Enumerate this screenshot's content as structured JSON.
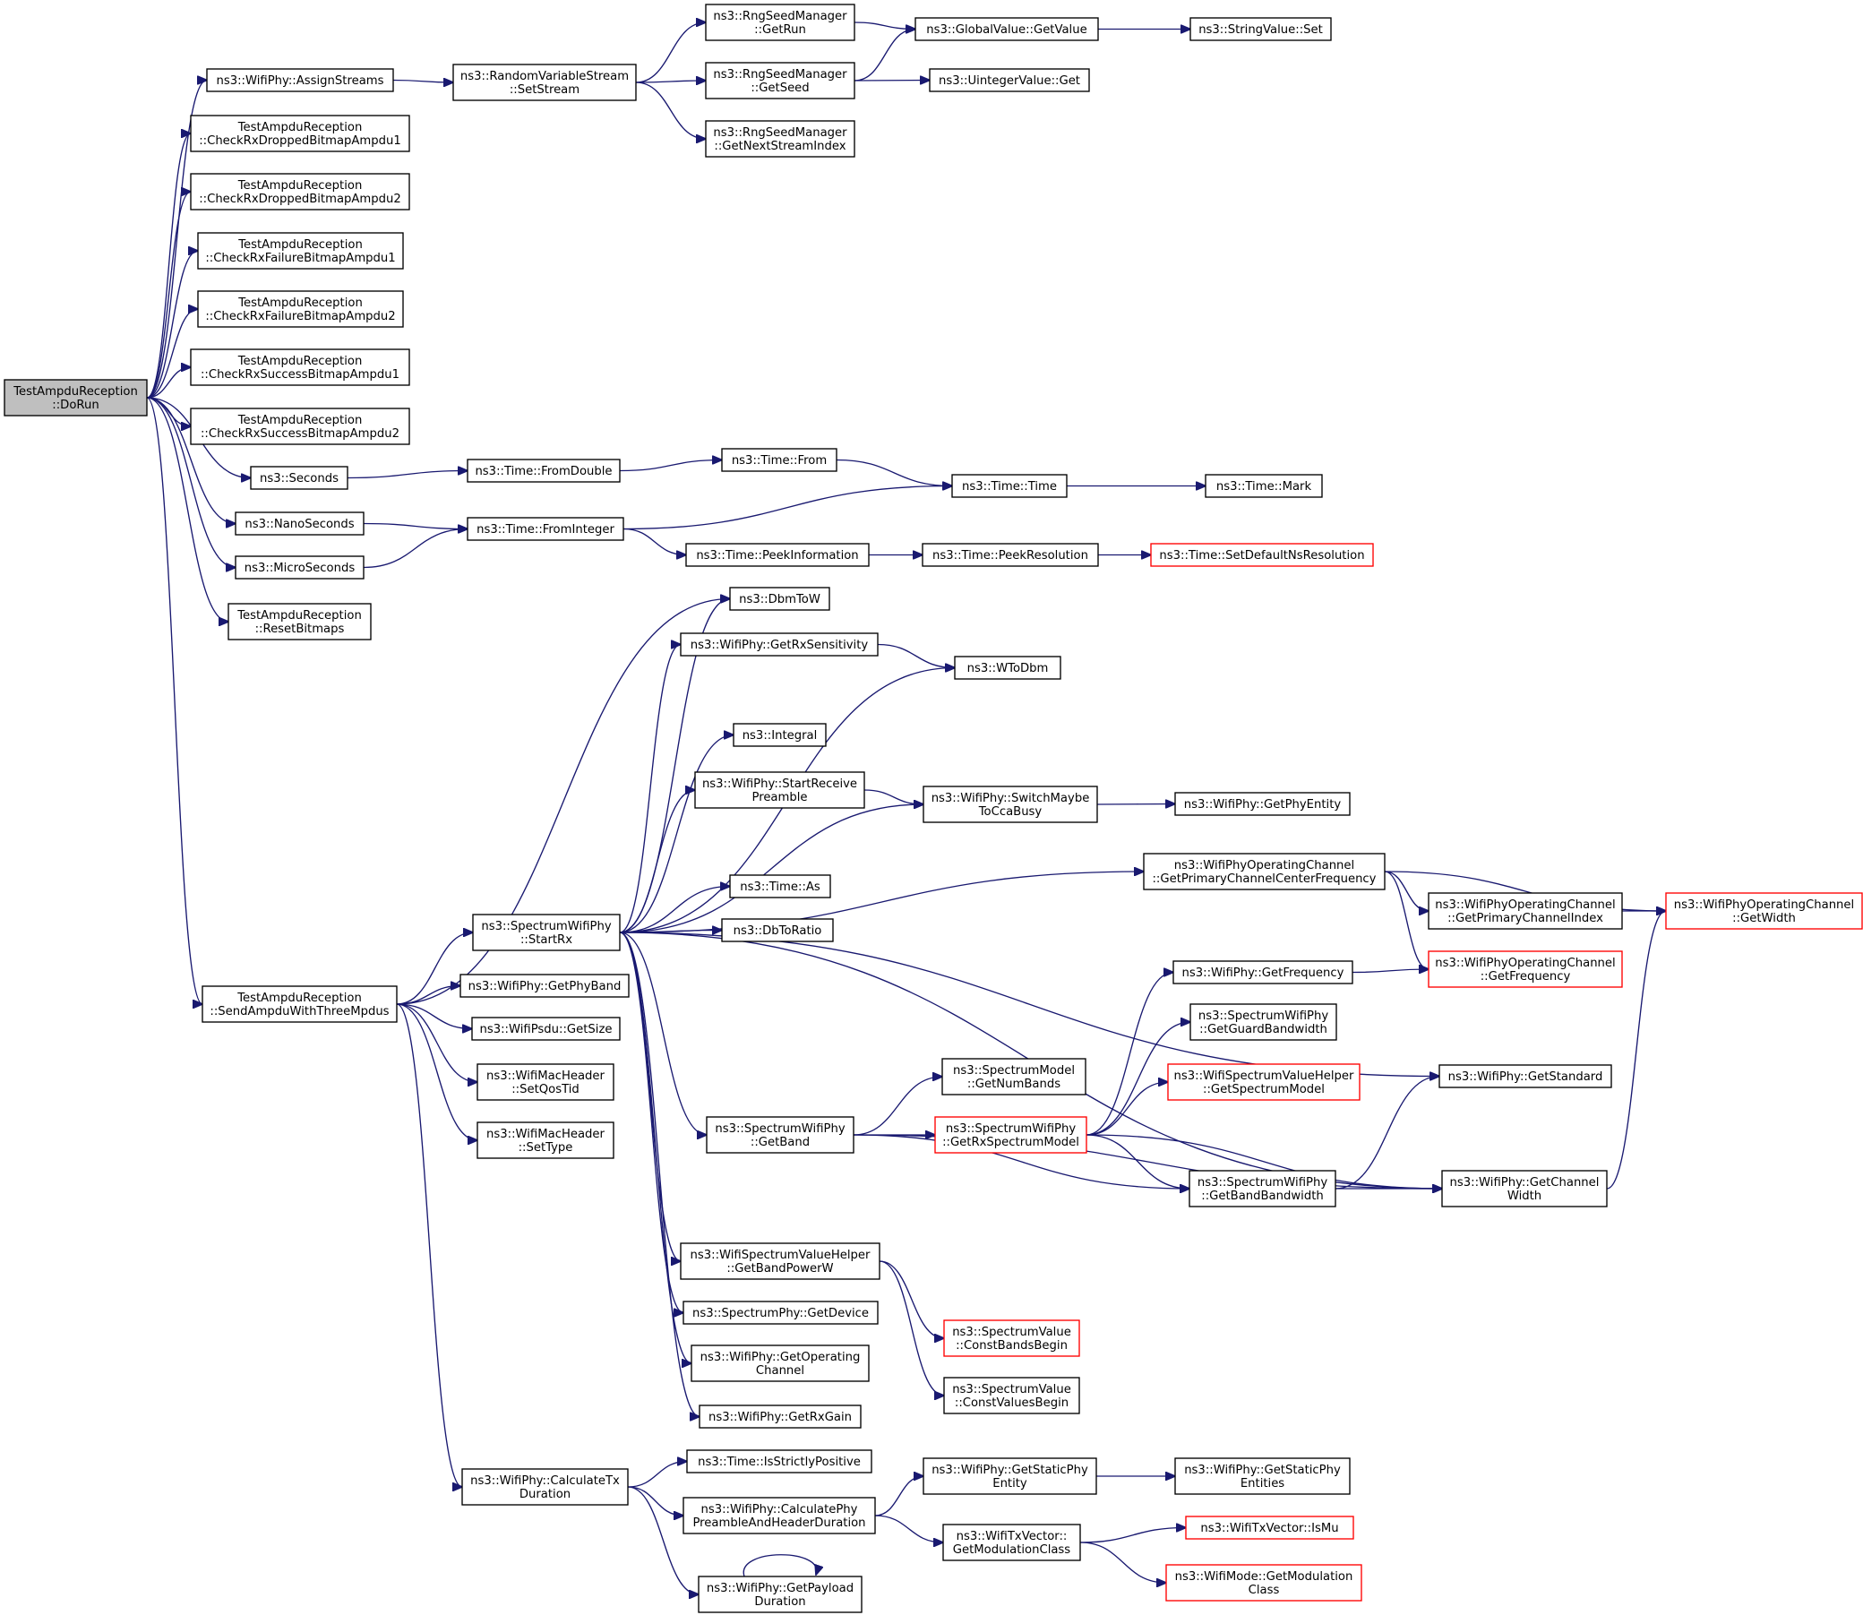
{
  "colors": {
    "edge": "#191970",
    "root_fill": "#bfbfbf",
    "normal_border": "#000000",
    "truncated_border": "#ff0000"
  },
  "nodes": {
    "n0": {
      "lines": [
        "TestAmpduReception",
        "::DoRun"
      ],
      "style": "root"
    },
    "n1": {
      "lines": [
        "ns3::WifiPhy::AssignStreams"
      ]
    },
    "n2": {
      "lines": [
        "TestAmpduReception",
        "::CheckRxDroppedBitmapAmpdu1"
      ]
    },
    "n3": {
      "lines": [
        "TestAmpduReception",
        "::CheckRxDroppedBitmapAmpdu2"
      ]
    },
    "n4": {
      "lines": [
        "TestAmpduReception",
        "::CheckRxFailureBitmapAmpdu1"
      ]
    },
    "n5": {
      "lines": [
        "TestAmpduReception",
        "::CheckRxFailureBitmapAmpdu2"
      ]
    },
    "n6": {
      "lines": [
        "TestAmpduReception",
        "::CheckRxSuccessBitmapAmpdu1"
      ]
    },
    "n7": {
      "lines": [
        "TestAmpduReception",
        "::CheckRxSuccessBitmapAmpdu2"
      ]
    },
    "n8": {
      "lines": [
        "ns3::Seconds"
      ]
    },
    "n9": {
      "lines": [
        "ns3::NanoSeconds"
      ]
    },
    "n10": {
      "lines": [
        "ns3::MicroSeconds"
      ]
    },
    "n11": {
      "lines": [
        "TestAmpduReception",
        "::ResetBitmaps"
      ]
    },
    "n12": {
      "lines": [
        "TestAmpduReception",
        "::SendAmpduWithThreeMpdus"
      ]
    },
    "n13": {
      "lines": [
        "ns3::RandomVariableStream",
        "::SetStream"
      ]
    },
    "n14": {
      "lines": [
        "ns3::RngSeedManager",
        "::GetRun"
      ]
    },
    "n15": {
      "lines": [
        "ns3::RngSeedManager",
        "::GetSeed"
      ]
    },
    "n16": {
      "lines": [
        "ns3::RngSeedManager",
        "::GetNextStreamIndex"
      ]
    },
    "n17": {
      "lines": [
        "ns3::GlobalValue::GetValue"
      ]
    },
    "n18": {
      "lines": [
        "ns3::UintegerValue::Get"
      ]
    },
    "n19": {
      "lines": [
        "ns3::StringValue::Set"
      ]
    },
    "n20": {
      "lines": [
        "ns3::Time::FromDouble"
      ]
    },
    "n21": {
      "lines": [
        "ns3::Time::FromInteger"
      ]
    },
    "n22": {
      "lines": [
        "ns3::Time::From"
      ]
    },
    "n23": {
      "lines": [
        "ns3::Time::Time"
      ]
    },
    "n24": {
      "lines": [
        "ns3::Time::Mark"
      ]
    },
    "n25": {
      "lines": [
        "ns3::Time::PeekInformation"
      ]
    },
    "n26": {
      "lines": [
        "ns3::Time::PeekResolution"
      ]
    },
    "n27": {
      "lines": [
        "ns3::Time::SetDefaultNsResolution"
      ],
      "style": "red"
    },
    "n28": {
      "lines": [
        "ns3::SpectrumWifiPhy",
        "::StartRx"
      ]
    },
    "n29": {
      "lines": [
        "ns3::WifiPhy::GetPhyBand"
      ]
    },
    "n30": {
      "lines": [
        "ns3::WifiPsdu::GetSize"
      ]
    },
    "n31": {
      "lines": [
        "ns3::WifiMacHeader",
        "::SetQosTid"
      ]
    },
    "n32": {
      "lines": [
        "ns3::WifiMacHeader",
        "::SetType"
      ]
    },
    "n33": {
      "lines": [
        "ns3::WifiPhy::CalculateTx",
        "Duration"
      ]
    },
    "n34": {
      "lines": [
        "ns3::DbmToW"
      ]
    },
    "n35": {
      "lines": [
        "ns3::WifiPhy::GetRxSensitivity"
      ]
    },
    "n36": {
      "lines": [
        "ns3::WToDbm"
      ]
    },
    "n37": {
      "lines": [
        "ns3::Integral"
      ]
    },
    "n38": {
      "lines": [
        "ns3::WifiPhy::StartReceive",
        "Preamble"
      ]
    },
    "n39": {
      "lines": [
        "ns3::WifiPhy::SwitchMaybe",
        "ToCcaBusy"
      ]
    },
    "n40": {
      "lines": [
        "ns3::WifiPhy::GetPhyEntity"
      ]
    },
    "n41": {
      "lines": [
        "ns3::Time::As"
      ]
    },
    "n42": {
      "lines": [
        "ns3::DbToRatio"
      ]
    },
    "n43": {
      "lines": [
        "ns3::WifiPhyOperatingChannel",
        "::GetPrimaryChannelCenterFrequency"
      ]
    },
    "n44": {
      "lines": [
        "ns3::WifiPhyOperatingChannel",
        "::GetPrimaryChannelIndex"
      ]
    },
    "n45": {
      "lines": [
        "ns3::WifiPhyOperatingChannel",
        "::GetWidth"
      ],
      "style": "red"
    },
    "n46": {
      "lines": [
        "ns3::WifiPhyOperatingChannel",
        "::GetFrequency"
      ],
      "style": "red"
    },
    "n47": {
      "lines": [
        "ns3::WifiPhy::GetFrequency"
      ]
    },
    "n48": {
      "lines": [
        "ns3::SpectrumWifiPhy",
        "::GetGuardBandwidth"
      ]
    },
    "n49": {
      "lines": [
        "ns3::WifiSpectrumValueHelper",
        "::GetSpectrumModel"
      ],
      "style": "red"
    },
    "n50": {
      "lines": [
        "ns3::WifiPhy::GetStandard"
      ]
    },
    "n51": {
      "lines": [
        "ns3::SpectrumModel",
        "::GetNumBands"
      ]
    },
    "n52": {
      "lines": [
        "ns3::SpectrumWifiPhy",
        "::GetBand"
      ]
    },
    "n53": {
      "lines": [
        "ns3::SpectrumWifiPhy",
        "::GetRxSpectrumModel"
      ],
      "style": "red"
    },
    "n54": {
      "lines": [
        "ns3::SpectrumWifiPhy",
        "::GetBandBandwidth"
      ]
    },
    "n55": {
      "lines": [
        "ns3::WifiPhy::GetChannel",
        "Width"
      ]
    },
    "n56": {
      "lines": [
        "ns3::WifiSpectrumValueHelper",
        "::GetBandPowerW"
      ]
    },
    "n57": {
      "lines": [
        "ns3::SpectrumValue",
        "::ConstBandsBegin"
      ],
      "style": "red"
    },
    "n58": {
      "lines": [
        "ns3::SpectrumValue",
        "::ConstValuesBegin"
      ]
    },
    "n59": {
      "lines": [
        "ns3::SpectrumPhy::GetDevice"
      ]
    },
    "n60": {
      "lines": [
        "ns3::WifiPhy::GetOperating",
        "Channel"
      ]
    },
    "n61": {
      "lines": [
        "ns3::WifiPhy::GetRxGain"
      ]
    },
    "n62": {
      "lines": [
        "ns3::Time::IsStrictlyPositive"
      ]
    },
    "n63": {
      "lines": [
        "ns3::WifiPhy::CalculatePhy",
        "PreambleAndHeaderDuration"
      ]
    },
    "n64": {
      "lines": [
        "ns3::WifiPhy::GetPayload",
        "Duration"
      ]
    },
    "n65": {
      "lines": [
        "ns3::WifiPhy::GetStaticPhy",
        "Entity"
      ]
    },
    "n66": {
      "lines": [
        "ns3::WifiPhy::GetStaticPhy",
        "Entities"
      ]
    },
    "n67": {
      "lines": [
        "ns3::WifiTxVector::",
        "GetModulationClass"
      ]
    },
    "n68": {
      "lines": [
        "ns3::WifiTxVector::IsMu"
      ],
      "style": "red"
    },
    "n69": {
      "lines": [
        "ns3::WifiMode::GetModulation",
        "Class"
      ],
      "style": "red"
    }
  },
  "edges": [
    [
      "n0",
      "n1"
    ],
    [
      "n0",
      "n2"
    ],
    [
      "n0",
      "n3"
    ],
    [
      "n0",
      "n4"
    ],
    [
      "n0",
      "n5"
    ],
    [
      "n0",
      "n6"
    ],
    [
      "n0",
      "n7"
    ],
    [
      "n0",
      "n8"
    ],
    [
      "n0",
      "n9"
    ],
    [
      "n0",
      "n10"
    ],
    [
      "n0",
      "n11"
    ],
    [
      "n0",
      "n12"
    ],
    [
      "n1",
      "n13"
    ],
    [
      "n13",
      "n14"
    ],
    [
      "n13",
      "n15"
    ],
    [
      "n13",
      "n16"
    ],
    [
      "n14",
      "n17"
    ],
    [
      "n15",
      "n17"
    ],
    [
      "n15",
      "n18"
    ],
    [
      "n17",
      "n19"
    ],
    [
      "n8",
      "n20"
    ],
    [
      "n9",
      "n21"
    ],
    [
      "n10",
      "n21"
    ],
    [
      "n20",
      "n22"
    ],
    [
      "n22",
      "n23"
    ],
    [
      "n21",
      "n23"
    ],
    [
      "n23",
      "n24"
    ],
    [
      "n21",
      "n25"
    ],
    [
      "n25",
      "n26"
    ],
    [
      "n26",
      "n27"
    ],
    [
      "n12",
      "n34"
    ],
    [
      "n12",
      "n28"
    ],
    [
      "n12",
      "n29"
    ],
    [
      "n12",
      "n30"
    ],
    [
      "n12",
      "n31"
    ],
    [
      "n12",
      "n32"
    ],
    [
      "n12",
      "n33"
    ],
    [
      "n28",
      "n34"
    ],
    [
      "n28",
      "n35"
    ],
    [
      "n35",
      "n36"
    ],
    [
      "n28",
      "n36"
    ],
    [
      "n28",
      "n37"
    ],
    [
      "n28",
      "n38"
    ],
    [
      "n38",
      "n39"
    ],
    [
      "n28",
      "n39"
    ],
    [
      "n39",
      "n40"
    ],
    [
      "n28",
      "n41"
    ],
    [
      "n28",
      "n42"
    ],
    [
      "n28",
      "n43"
    ],
    [
      "n43",
      "n44"
    ],
    [
      "n43",
      "n45"
    ],
    [
      "n43",
      "n46"
    ],
    [
      "n44",
      "n45"
    ],
    [
      "n28",
      "n50"
    ],
    [
      "n28",
      "n52"
    ],
    [
      "n28",
      "n55"
    ],
    [
      "n28",
      "n56"
    ],
    [
      "n28",
      "n59"
    ],
    [
      "n28",
      "n60"
    ],
    [
      "n28",
      "n61"
    ],
    [
      "n52",
      "n51"
    ],
    [
      "n52",
      "n53"
    ],
    [
      "n52",
      "n54"
    ],
    [
      "n52",
      "n55"
    ],
    [
      "n53",
      "n47"
    ],
    [
      "n53",
      "n48"
    ],
    [
      "n53",
      "n49"
    ],
    [
      "n53",
      "n54"
    ],
    [
      "n53",
      "n55"
    ],
    [
      "n47",
      "n46"
    ],
    [
      "n54",
      "n55"
    ],
    [
      "n54",
      "n50"
    ],
    [
      "n55",
      "n45"
    ],
    [
      "n56",
      "n57"
    ],
    [
      "n56",
      "n58"
    ],
    [
      "n33",
      "n62"
    ],
    [
      "n33",
      "n63"
    ],
    [
      "n33",
      "n64"
    ],
    [
      "n64",
      "n64"
    ],
    [
      "n63",
      "n65"
    ],
    [
      "n63",
      "n67"
    ],
    [
      "n65",
      "n66"
    ],
    [
      "n67",
      "n68"
    ],
    [
      "n67",
      "n69"
    ]
  ]
}
